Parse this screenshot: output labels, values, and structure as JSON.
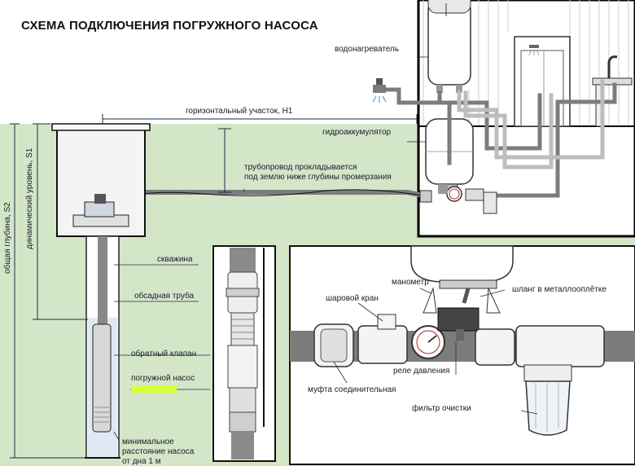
{
  "title": "СХЕМА ПОДКЛЮЧЕНИЯ ПОГРУЖНОГО НАСОСА",
  "labels": {
    "water_heater": "водонагреватель",
    "horizontal_section": "горизонтальный участок, H1",
    "accumulator": "гидроаккумулятор",
    "pipeline_line1": "трубопровод прокладывается",
    "pipeline_line2": "под землю ниже глубины промерзания",
    "total_depth": "общая глубина, S2",
    "dynamic_level": "динамический уровень, S1",
    "well": "скважина",
    "casing_pipe": "обсадная труба",
    "check_valve": "обратный клапан",
    "submersible_pump": "погружной насос",
    "min_distance_line1": "минимальное",
    "min_distance_line2": "расстояние насоса",
    "min_distance_line3": "от дна 1 м",
    "manometer": "манометр",
    "hose": "шланг в металлооплêтке",
    "ball_valve": "шаровой кран",
    "pressure_relay": "реле давления",
    "coupling": "муфта соединительная",
    "filter": "фильтр очистки"
  },
  "colors": {
    "ground": "#d3e6c8",
    "pipe": "#7c7c7c",
    "accent_highlight": "#d9ff3a",
    "line": "#1f2a44"
  }
}
